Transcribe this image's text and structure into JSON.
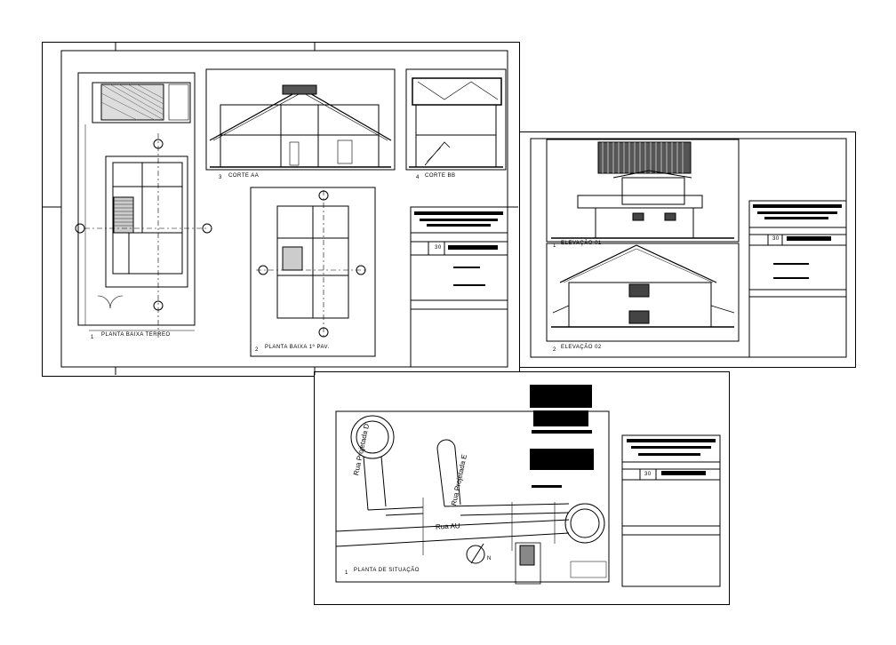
{
  "sheet1": {
    "plan_ground": {
      "number": "1",
      "title": "PLANTA BAIXA TERREO"
    },
    "section_aa": {
      "number": "3",
      "title": "CORTE AA"
    },
    "section_bb": {
      "number": "4",
      "title": "CORTE BB"
    },
    "plan_upper": {
      "number": "2",
      "title": "PLANTA BAIXA 1º PAV."
    },
    "stamp_scale": "30"
  },
  "sheet2": {
    "elev1": {
      "number": "1",
      "title": "ELEVAÇÃO 01"
    },
    "elev2": {
      "number": "2",
      "title": "ELEVAÇÃO 02"
    },
    "stamp_scale": "30"
  },
  "sheet3": {
    "site": {
      "number": "1",
      "title": "PLANTA DE SITUAÇÃO"
    },
    "streets": {
      "d": "Rua Projetada D",
      "e": "Rua Projetada E",
      "main": "Rua AU"
    },
    "north": "N",
    "stamp_scale": "30"
  },
  "colors": {
    "line": "#000000",
    "paper": "#ffffff",
    "redaction": "#000000"
  }
}
